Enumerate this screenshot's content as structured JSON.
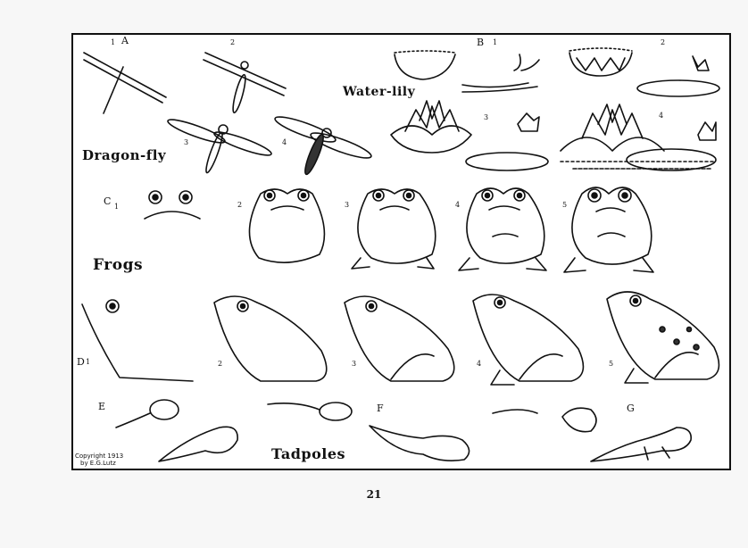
{
  "plate": {
    "titles": {
      "dragonfly": "Dragon-fly",
      "waterlily": "Water-lily",
      "frogs": "Frogs",
      "tadpoles": "Tadpoles"
    },
    "section_labels": {
      "A": "A",
      "B": "B",
      "C": "C",
      "D": "D",
      "E": "E",
      "F": "F",
      "G": "G"
    },
    "step_numbers": [
      "1",
      "2",
      "3",
      "4",
      "5"
    ],
    "copyright_line1": "Copyright 1913",
    "copyright_line2": "by E.G.Lutz"
  },
  "page_number": "21"
}
